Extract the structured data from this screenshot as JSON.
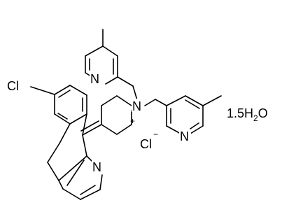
{
  "structure": {
    "atoms": {
      "n_upper_pyridine": "N",
      "n_right_pyridine": "N",
      "n_lower_pyridine": "N",
      "n_quaternary": "N",
      "n_charge": "+",
      "chloro": "Cl",
      "chloride": "Cl",
      "chloride_charge": "−"
    },
    "hydrate": {
      "prefix": "1.5H",
      "subscript": "2",
      "suffix": "O"
    }
  }
}
